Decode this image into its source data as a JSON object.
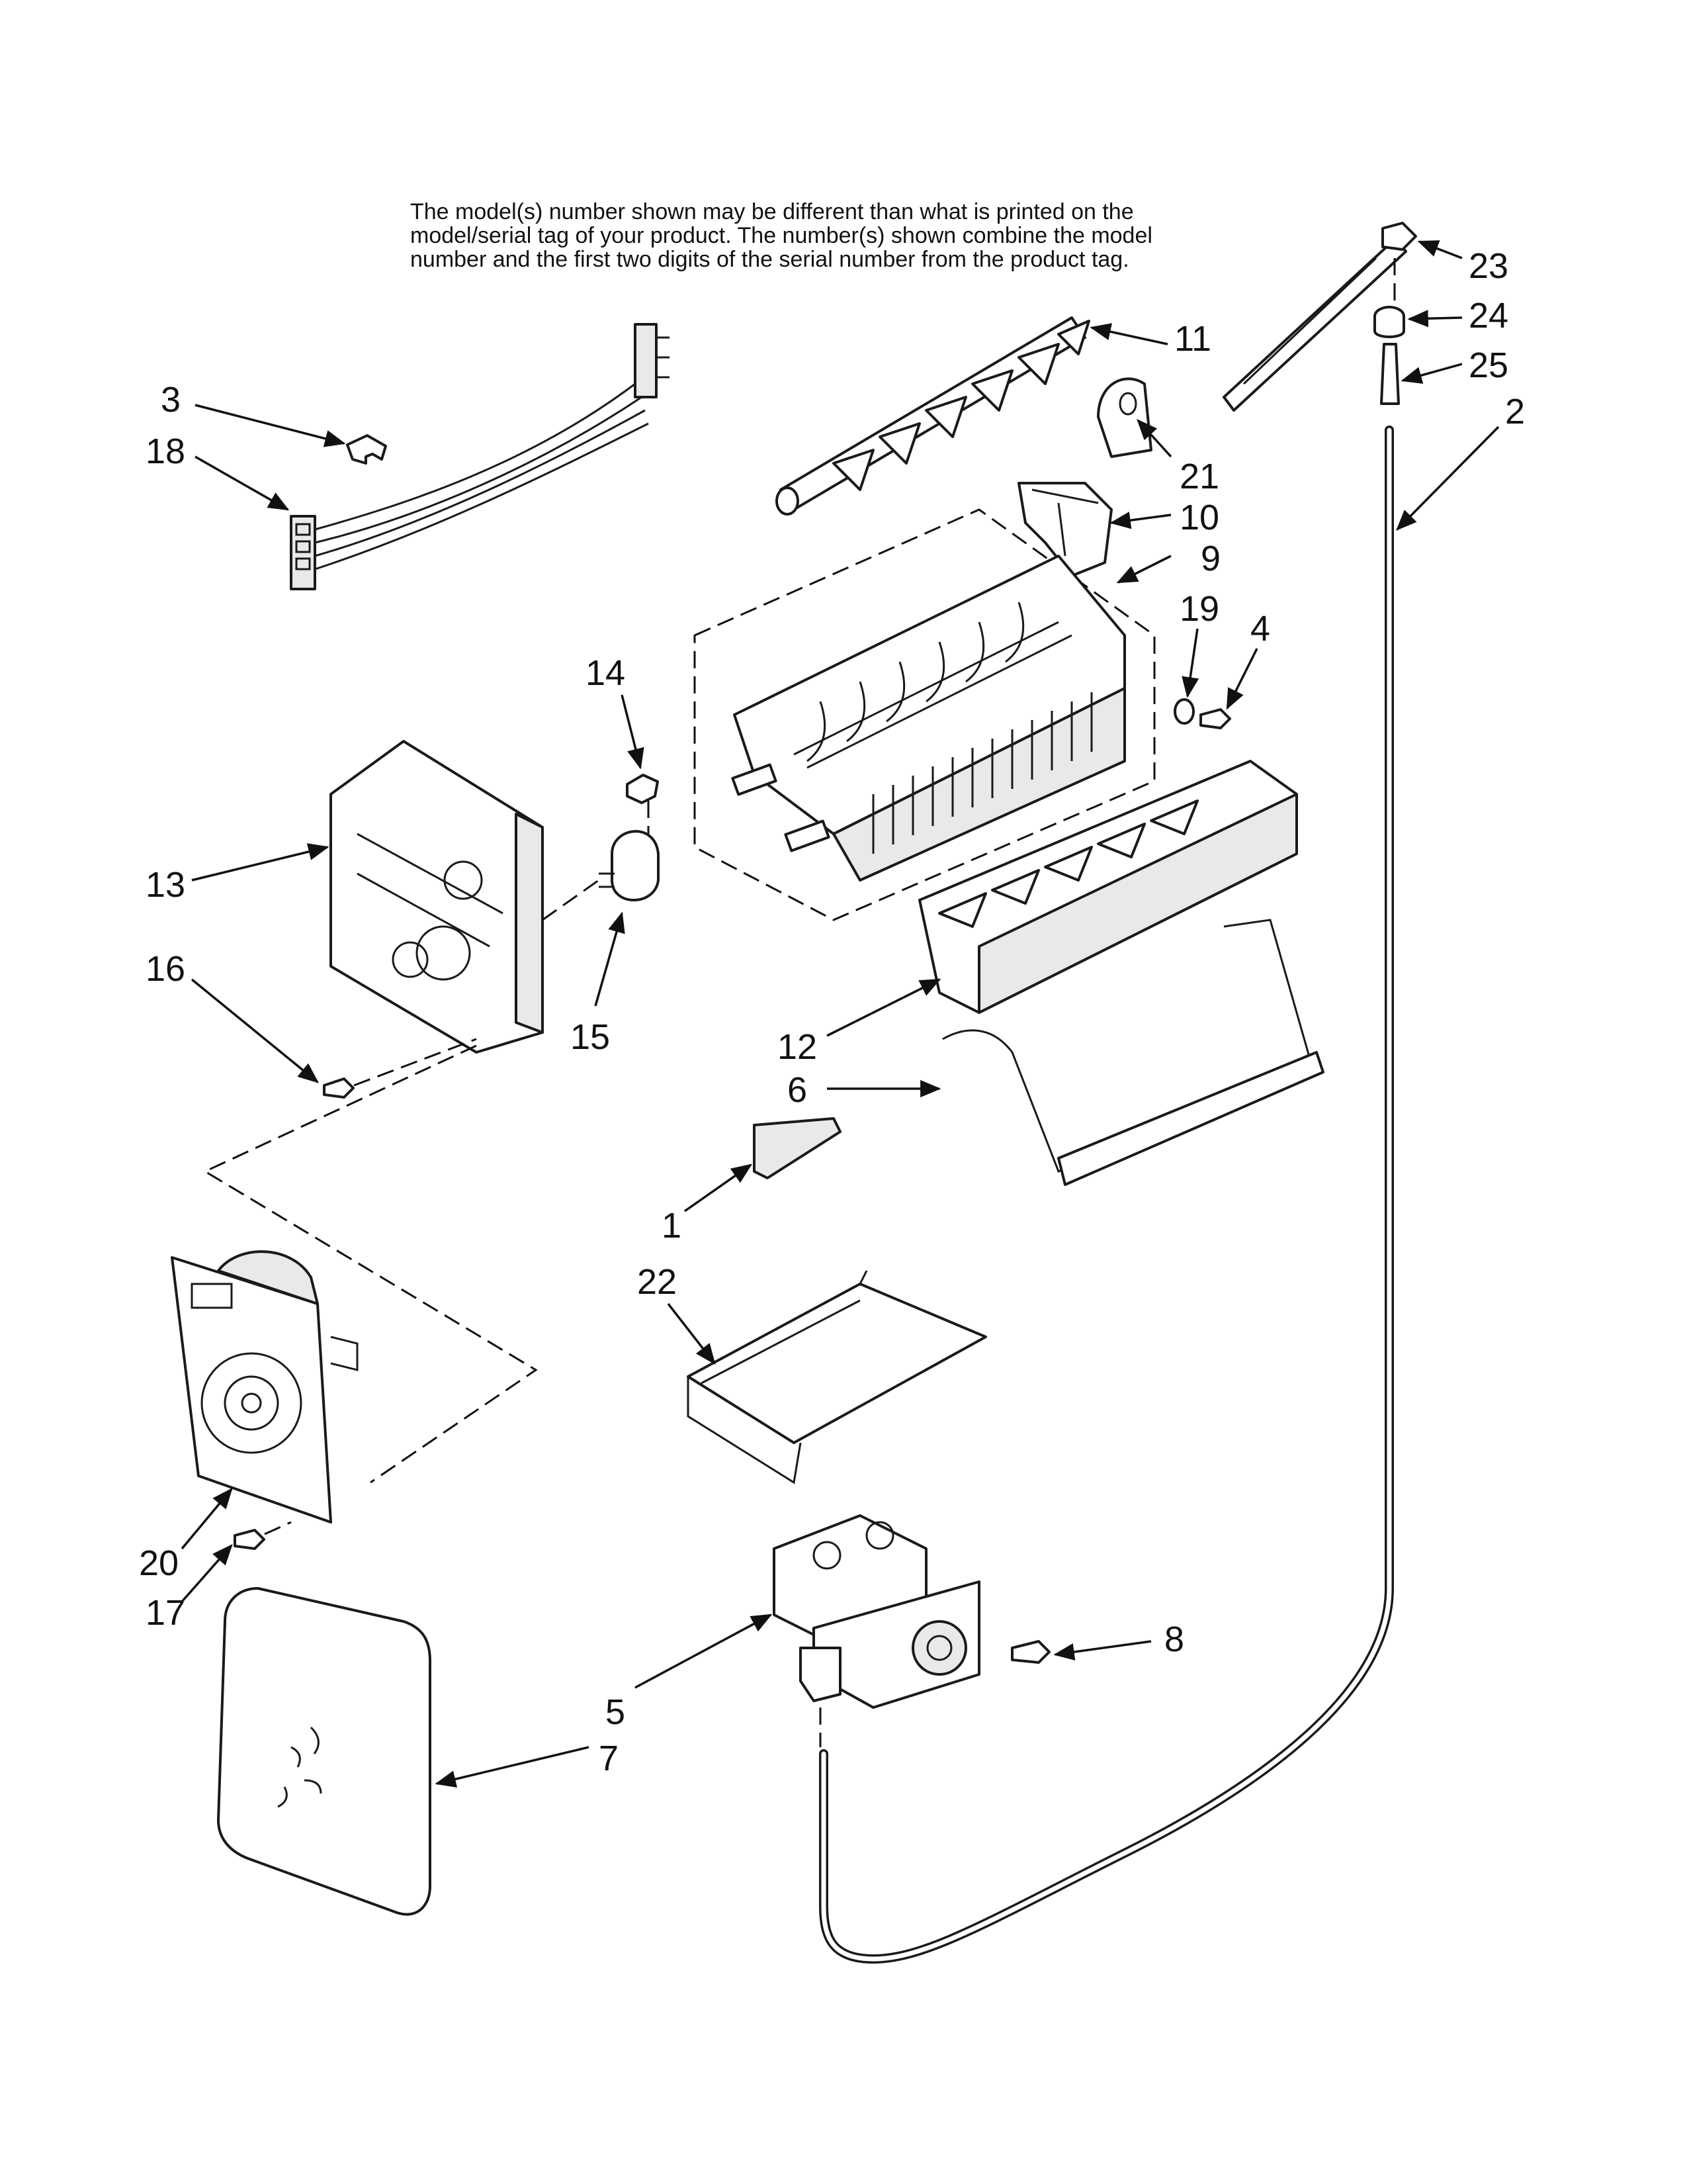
{
  "note": {
    "line1": "The model(s) number shown may be different than what is printed on the",
    "line2": "model/serial tag of your product. The number(s) shown combine the model",
    "line3": "number and the first two digits of the serial number from the product tag."
  },
  "callouts": {
    "c1": "1",
    "c2": "2",
    "c3": "3",
    "c4": "4",
    "c5": "5",
    "c6": "6",
    "c7": "7",
    "c8": "8",
    "c9": "9",
    "c10": "10",
    "c11": "11",
    "c12": "12",
    "c13": "13",
    "c14": "14",
    "c15": "15",
    "c16": "16",
    "c17": "17",
    "c18": "18",
    "c19": "19",
    "c20": "20",
    "c21": "21",
    "c22": "22",
    "c23": "23",
    "c24": "24",
    "c25": "25"
  }
}
